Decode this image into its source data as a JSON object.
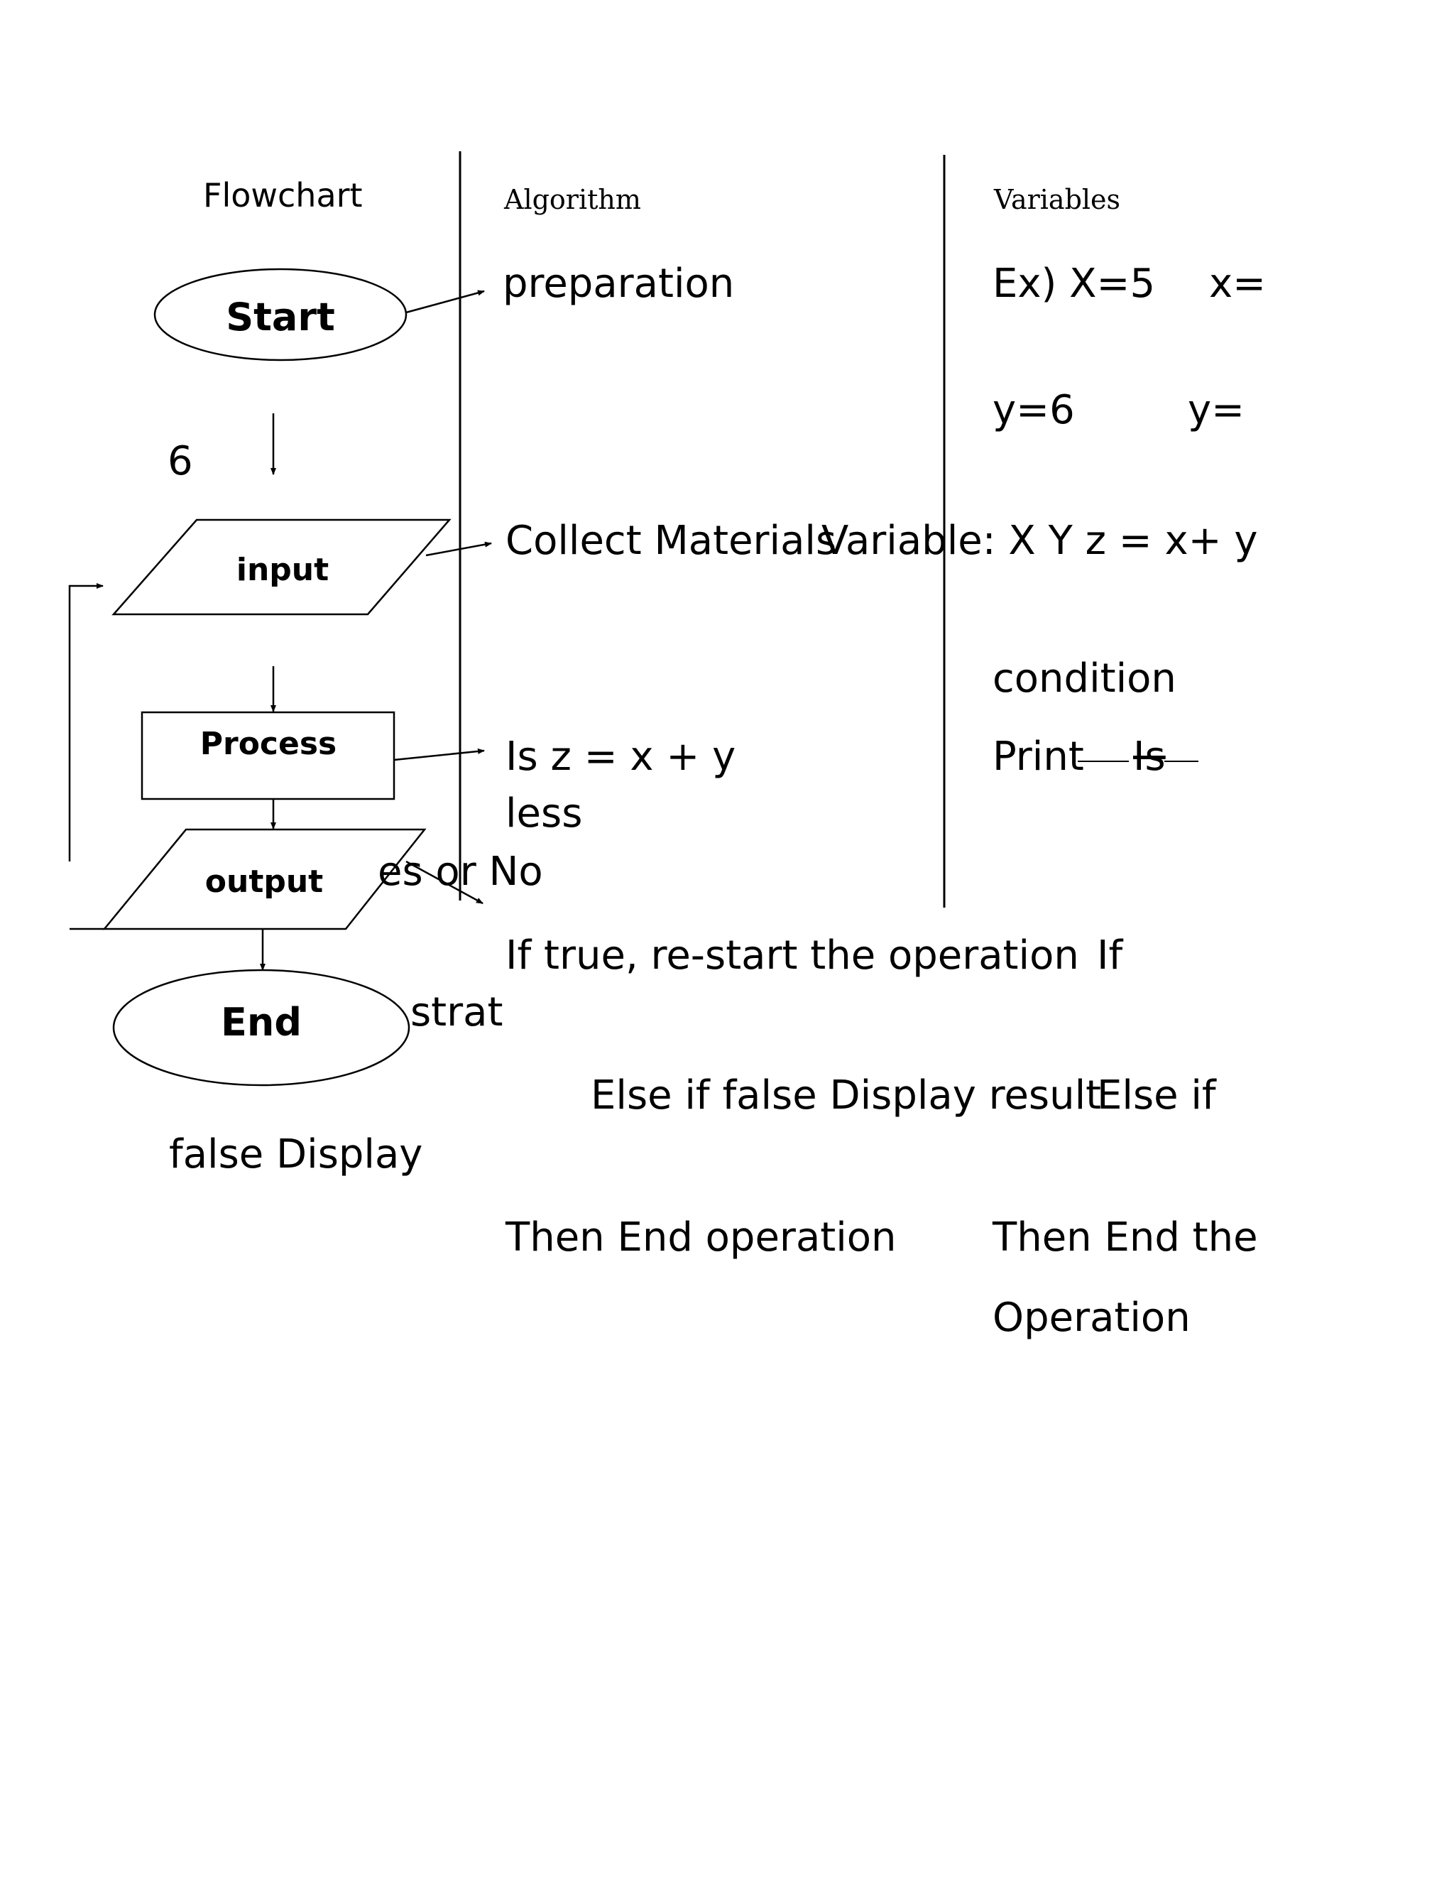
{
  "headers": {
    "flowchart": "Flowchart",
    "algorithm": "Algorithm",
    "variables": "Variables"
  },
  "flowchart": {
    "start": "Start",
    "input": "input",
    "process": "Process",
    "output": "output",
    "end": "End"
  },
  "algorithm": {
    "preparation": "preparation",
    "collect": "Collect Materials",
    "is_z": "Is z = x + y",
    "less": "less",
    "yes_or_no": "es or No",
    "if_true": "If true, re-start the operation",
    "else_if": "Else if false Display result",
    "then_end": "Then End operation"
  },
  "variables": {
    "ex_x": "Ex) X=5",
    "x_eq": "x=",
    "y6": "y=6",
    "y_eq": "y=",
    "variable_xyz": "Variable: X Y   z = x+ y",
    "condition": "condition",
    "print": "Print",
    "is": "Is",
    "if": "If",
    "else_if": "Else if",
    "then_end": "Then End the",
    "operation": "Operation"
  },
  "stray": {
    "six": "6",
    "strat": "strat",
    "false_display": "false Display"
  },
  "colors": {
    "ink": "#000000",
    "background": "#ffffff"
  }
}
